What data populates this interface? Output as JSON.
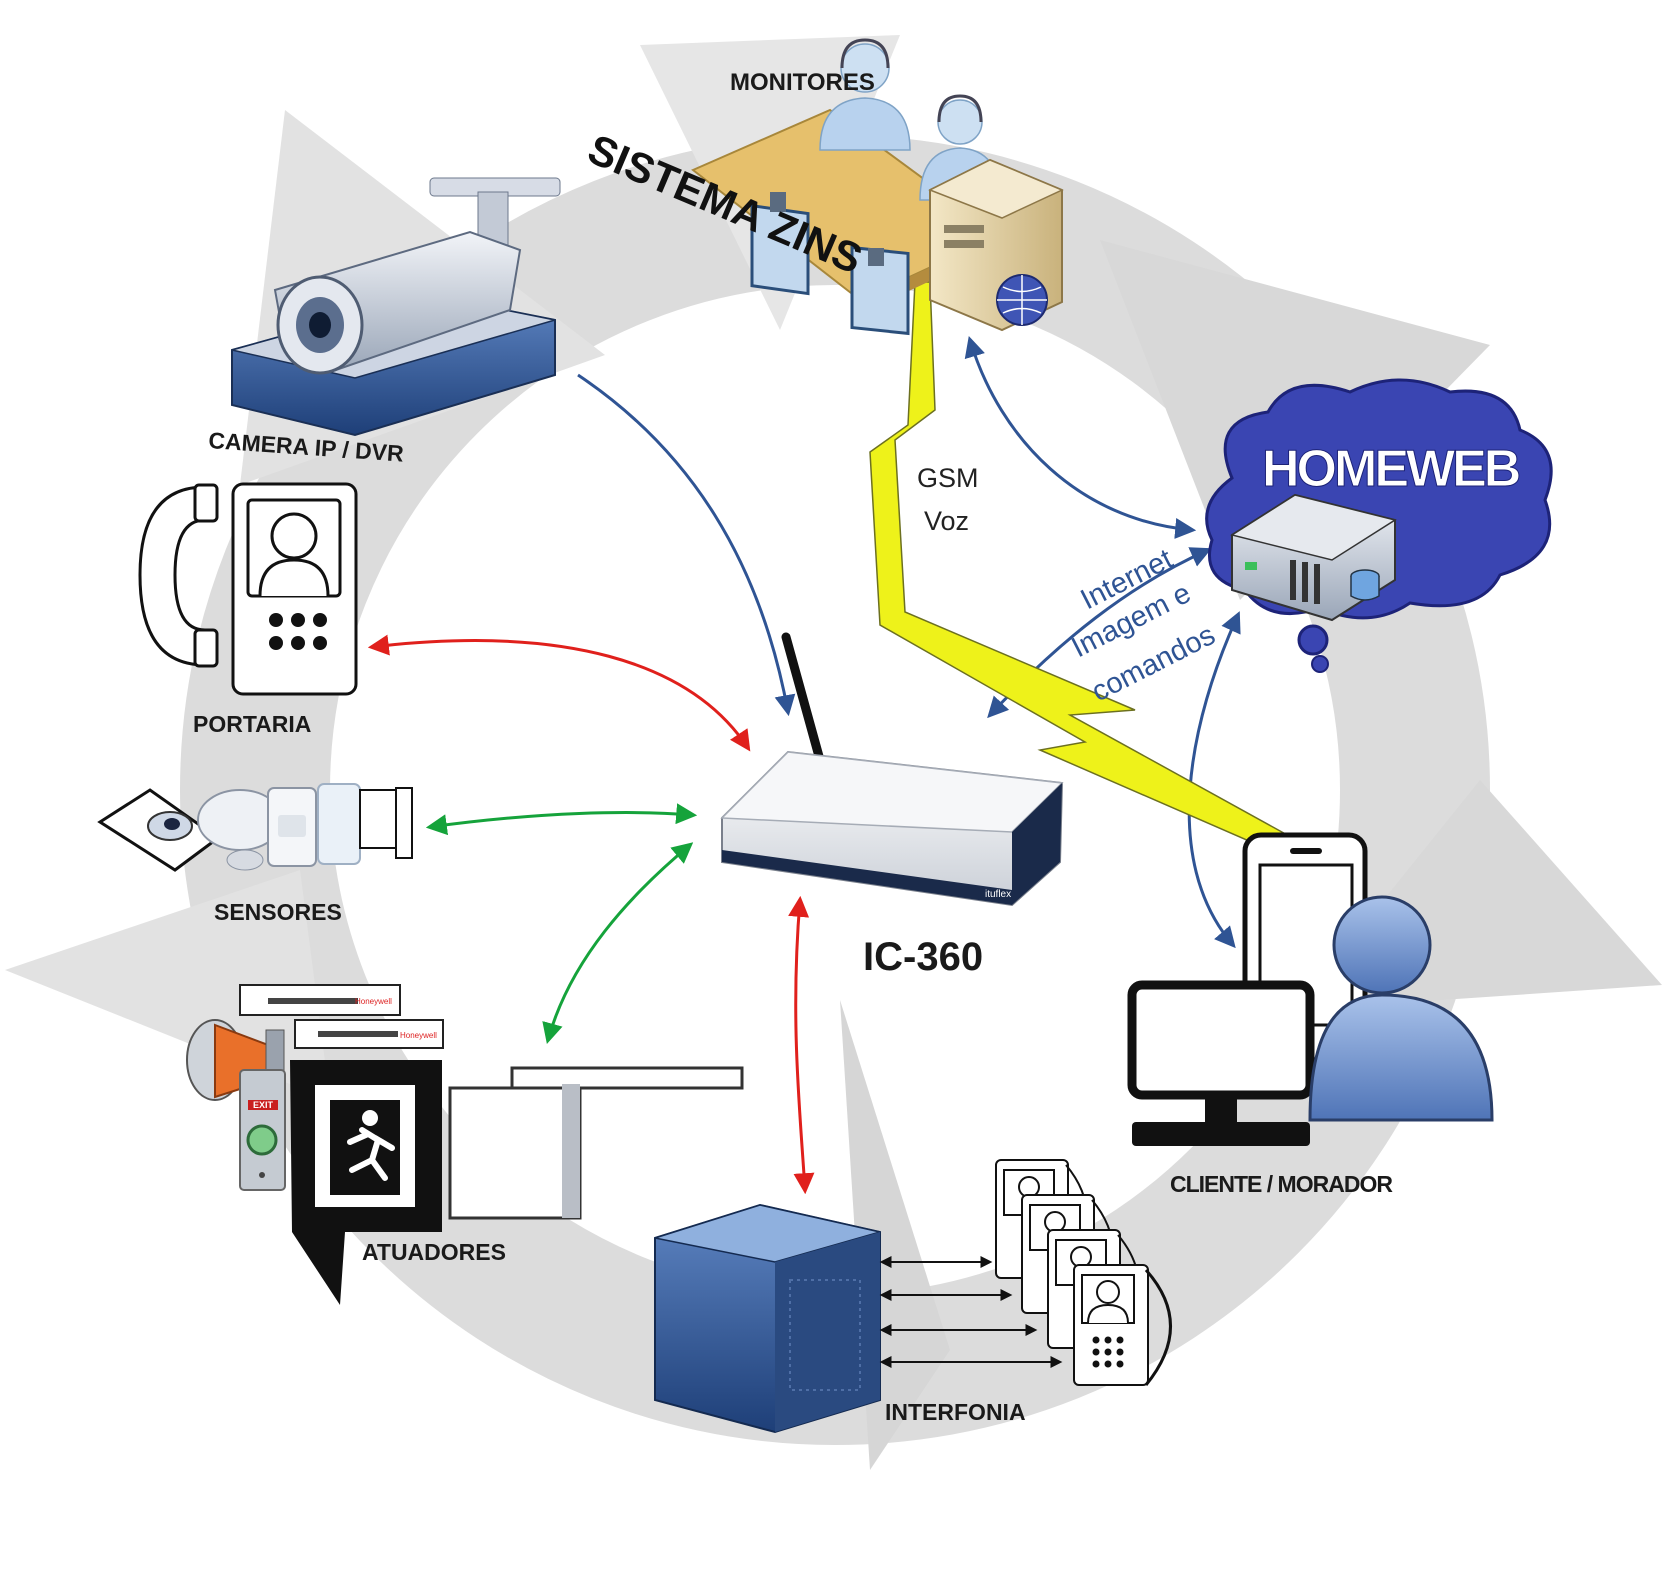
{
  "nodes": {
    "hub": "IC-360",
    "monitors": "MONITORES",
    "zins": "SISTEMA ZINS",
    "camera": "CAMERA IP / DVR",
    "portaria": "PORTARIA",
    "sensores": "SENSORES",
    "atuadores": "ATUADORES",
    "interfonia": "INTERFONIA",
    "cliente": "CLIENTE / MORADOR",
    "homeweb": "HOMEWEB"
  },
  "links": {
    "gsm": "GSM",
    "voz": "Voz",
    "internet": "Internet",
    "imagem": "Imagem e",
    "comandos": "comandos"
  },
  "device_marks": {
    "exit_sign": "EXIT",
    "brand_plate": "Honeywell",
    "router_brand": "ituflex"
  },
  "colors": {
    "flow_blue": "#2f5494",
    "flow_red": "#e0201c",
    "flow_green": "#15a33b",
    "gsm_bolt": "#eef21a",
    "cycle_gray": "#dcdcdc",
    "cloud_blue": "#3a45b2"
  }
}
